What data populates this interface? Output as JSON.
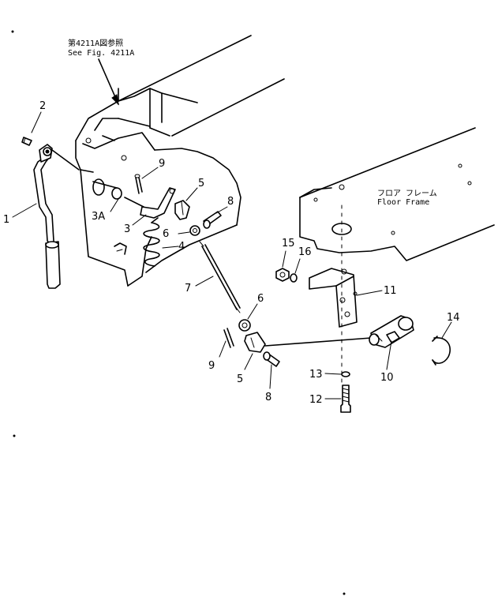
{
  "reference_note": {
    "jp": "第4211A図参照",
    "en": "See Fig. 4211A"
  },
  "frame_label": {
    "jp": "フロア フレーム",
    "en": "Floor Frame"
  },
  "callouts": {
    "c1": "1",
    "c2": "2",
    "c3": "3",
    "c3a": "3A",
    "c4": "4",
    "c5a": "5",
    "c5b": "5",
    "c6a": "6",
    "c6b": "6",
    "c7": "7",
    "c8a": "8",
    "c8b": "8",
    "c9a": "9",
    "c9b": "9",
    "c10": "10",
    "c11": "11",
    "c12": "12",
    "c13": "13",
    "c14": "14",
    "c15": "15",
    "c16": "16"
  }
}
